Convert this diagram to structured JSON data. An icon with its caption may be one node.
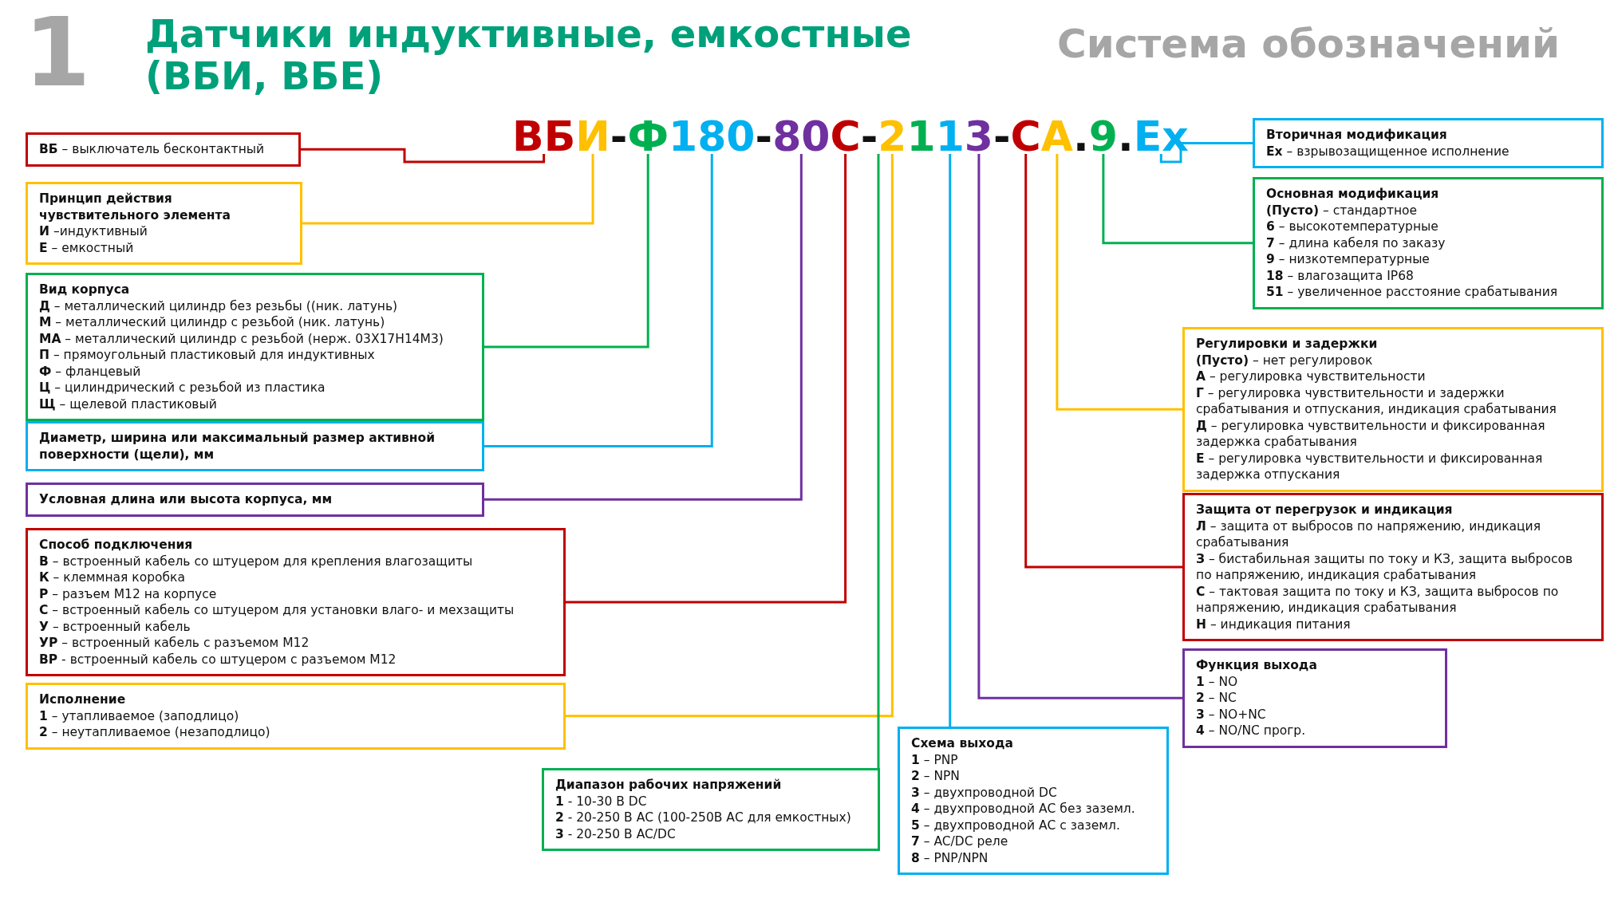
{
  "diagram": {
    "title": "Датчики индуктивные, емкостные (ВБИ, ВБЕ)",
    "nodes": [
      {
        "text": [
          "ВБ"
        ]
      },
      {
        "text": [
          "И"
        ]
      },
      {
        "text": [
          "Ф"
        ]
      },
      {
        "text": [
          "180"
        ]
      },
      {
        "text": [
          "80"
        ]
      },
      {
        "text": [
          "С"
        ]
      },
      {
        "text": [
          "2"
        ]
      },
      {
        "text": [
          "1"
        ]
      },
      {
        "text": [
          "1"
        ]
      },
      {
        "text": [
          "3"
        ]
      },
      {
        "text": [
          "С"
        ]
      },
      {
        "text": [
          "А"
        ]
      },
      {
        "text": [
          "9"
        ]
      },
      {
        "text": [
          "Ex"
        ]
      },
      {
        "text": [
          "**ВБ** – выключатель бесконтактный"
        ]
      },
      {
        "text": [
          "Принцип действия чувствительного элемента",
          "**И** –индуктивный",
          "**Е** – емкостный"
        ]
      },
      {
        "text": [
          "Вид корпуса",
          "**Д** – металлический цилиндр без резьбы ((ник. латунь)",
          "**М** – металлический цилиндр с резьбой (ник. латунь)",
          "**МА** – металлический цилиндр с резьбой (нерж. 03Х17Н14М3)",
          "**П** – прямоугольный пластиковый для индуктивных",
          "**Ф** – фланцевый",
          "**Ц** – цилиндрический с резьбой из пластика",
          "**Щ** – щелевой пластиковый"
        ]
      },
      {
        "text": [
          "Диаметр, ширина или максимальный размер активной поверхности (щели), мм"
        ]
      },
      {
        "text": [
          "Условная длина или высота корпуса, мм"
        ]
      },
      {
        "text": [
          "Способ подключения",
          "**В** – встроенный кабель со штуцером для крепления влагозащиты",
          "**К** – клеммная коробка",
          "**Р** – разъем М12 на корпусе",
          "**С** – встроенный кабель со штуцером для установки влаго- и мехзащиты",
          "**У** – встроенный кабель",
          "**УР** – встроенный кабель с разъемом М12",
          "**ВР** - встроенный кабель со штуцером с разъемом М12"
        ]
      },
      {
        "text": [
          "Исполнение",
          "**1** – утапливаемое (заподлицо)",
          "**2** – неутапливаемое (незаподлицо)"
        ]
      },
      {
        "text": [
          "Диапазон рабочих напряжений",
          "**1** - 10-30 В DC",
          "**2** - 20-250 В АС (100-250В АС для емкостных)",
          "**3** - 20-250 В AC/DC"
        ]
      },
      {
        "text": [
          "Схема выхода",
          "**1** – PNP",
          "**2** – NPN",
          "**3** – двухпроводной DC",
          "**4** – двухпроводной АС без заземл.",
          "**5** – двухпроводной АС с заземл.",
          "**7** – AC/DC реле",
          "**8** – PNP/NPN"
        ]
      },
      {
        "text": [
          "Функция выхода",
          "**1** – NO",
          "**2** – NC",
          "**3** – NO+NC",
          "**4** – NO/NC прогр."
        ]
      },
      {
        "text": [
          "Защита от перегрузок и индикация",
          "**Л** – защита от выбросов по напряжению, индикация срабатывания",
          "**З** – бистабильная защиты по току и КЗ, защита выбросов по напряжению, индикация срабатывания",
          "**С** – тактовая защита по току и КЗ, защита выбросов по напряжению, индикация срабатывания",
          "**Н** – индикация питания"
        ]
      },
      {
        "text": [
          "Регулировки и задержки",
          "**(Пусто)** – нет регулировок",
          "**А** – регулировка чувствительности",
          "**Г** – регулировка чувствительности и задержки срабатывания и отпускания, индикация срабатывания",
          "**Д** – регулировка чувствительности и фиксированная задержка срабатывания",
          "**Е** – регулировка чувствительности и фиксированная задержка отпускания"
        ]
      },
      {
        "text": [
          "Основная модификация",
          "**(Пусто)** – стандартное",
          "**6** – высокотемпературные",
          "**7** – длина кабеля по заказу",
          "**9** – низкотемпературные",
          "**18** – влагозащита IP68",
          "**51** – увеличенное расстояние срабатывания"
        ]
      },
      {
        "text": [
          "Вторичная модификация",
          "**Ex** – взрывозащищенное исполнение"
        ]
      }
    ],
    "edges": [
      {
        "from": 0,
        "to": 14,
        "arrow": "none",
        "color": "#c00000"
      },
      {
        "from": 1,
        "to": 15,
        "arrow": "none",
        "color": "#ffc000"
      },
      {
        "from": 2,
        "to": 16,
        "arrow": "none",
        "color": "#00b050"
      },
      {
        "from": 3,
        "to": 17,
        "arrow": "none",
        "color": "#00b0f0"
      },
      {
        "from": 4,
        "to": 18,
        "arrow": "none",
        "color": "#7030a0"
      },
      {
        "from": 5,
        "to": 19,
        "arrow": "none",
        "color": "#c00000"
      },
      {
        "from": 6,
        "to": 20,
        "arrow": "none",
        "color": "#ffc000"
      },
      {
        "from": 7,
        "to": 21,
        "arrow": "none",
        "color": "#00b050"
      },
      {
        "from": 8,
        "to": 22,
        "arrow": "none",
        "color": "#00b0f0"
      },
      {
        "from": 9,
        "to": 23,
        "arrow": "none",
        "color": "#7030a0"
      },
      {
        "from": 10,
        "to": 24,
        "arrow": "none",
        "color": "#c00000"
      },
      {
        "from": 11,
        "to": 25,
        "arrow": "none",
        "color": "#ffc000"
      },
      {
        "from": 12,
        "to": 26,
        "arrow": "none",
        "color": "#00b050"
      },
      {
        "from": 13,
        "to": 27,
        "arrow": "none",
        "color": "#00b0f0"
      }
    ],
    "labels": [
      "1",
      "Система обозначений",
      "-",
      "-",
      "-",
      "-",
      ".",
      "."
    ]
  }
}
